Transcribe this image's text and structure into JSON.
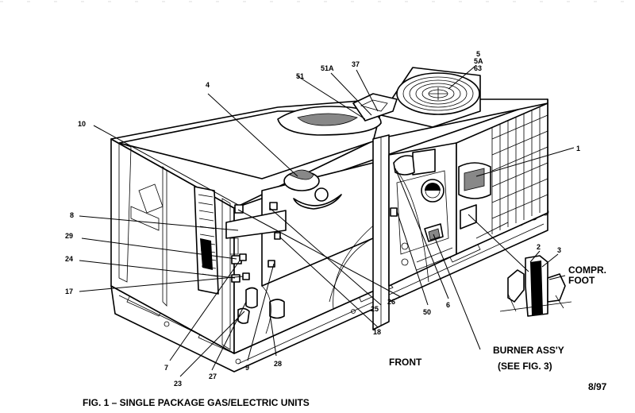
{
  "caption": "FIG. 1 – SINGLE PACKAGE GAS/ELECTRIC UNITS",
  "date_code": "8/97",
  "front_label": "FRONT",
  "burner_label_line1": "BURNER ASS'Y",
  "burner_label_line2": "(SEE FIG. 3)",
  "compr_label_line1": "COMPR.",
  "compr_label_line2": "FOOT",
  "callouts": {
    "c1": "1",
    "c2": "2",
    "c3": "3",
    "c4": "4",
    "c5": "5",
    "c5a": "5A",
    "c63": "63",
    "c37": "37",
    "c51a": "51A",
    "c51": "51",
    "c10": "10",
    "c8": "8",
    "c29": "29",
    "c24": "24",
    "c17": "17",
    "c7": "7",
    "c23": "23",
    "c27": "27",
    "c9": "9",
    "c28": "28",
    "c18": "18",
    "c25": "25",
    "c26": "26",
    "c50": "50",
    "c6": "6"
  }
}
